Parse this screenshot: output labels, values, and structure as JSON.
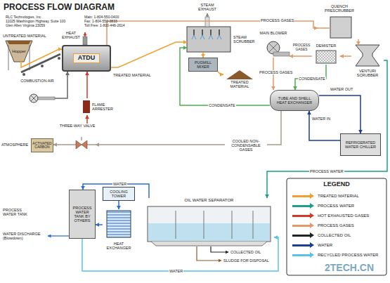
{
  "diagram": {
    "title": "PROCESS FLOW DIAGRAM",
    "nodes": [
      {
        "text": [
          "Hopper"
        ]
      },
      {
        "text": [
          "ATDU"
        ]
      },
      {
        "text": [
          "FLAME ARRESTER"
        ]
      },
      {
        "text": [
          "THREE-WAY VALVE"
        ]
      },
      {
        "text": [
          "ACTIVATED CARBON"
        ]
      },
      {
        "text": [
          "STEAM SCRUBBER"
        ]
      },
      {
        "text": [
          "PUGMILL MIXER"
        ]
      },
      {
        "text": [
          "QUENCH PRESCRUBBER"
        ]
      },
      {
        "text": [
          "VENTURI SCRUBBER"
        ]
      },
      {
        "text": [
          "DEMISTER"
        ]
      },
      {
        "text": [
          "MAIN BLOWER"
        ]
      },
      {
        "text": [
          "TUBE AND SHELL HEAT EXCHANGER"
        ]
      },
      {
        "text": [
          "REFRIGERATED WATER CHILLER"
        ]
      },
      {
        "text": [
          "OIL WATER SEPARATOR"
        ]
      },
      {
        "text": [
          "PROCESS WATER TANK BY OTHERS"
        ]
      },
      {
        "text": [
          "COOLING TOWER"
        ]
      },
      {
        "text": [
          "HEAT EXCHANGER"
        ]
      },
      {
        "text": [
          "COMBUSTION AIR"
        ]
      },
      {
        "text": [
          "TREATED MATERIAL"
        ]
      }
    ],
    "edges": [
      {
        "from": 0,
        "to": 1,
        "arrow": "to"
      },
      {
        "from": 17,
        "to": 1,
        "arrow": "to"
      },
      {
        "from": 1,
        "to": 7,
        "label": "PROCESS GASES",
        "arrow": "to"
      },
      {
        "from": 1,
        "to": 5,
        "label": "TREATED MATERIAL",
        "arrow": "to"
      },
      {
        "from": 5,
        "to": 6,
        "arrow": "to"
      },
      {
        "from": 6,
        "to": 18,
        "arrow": "to"
      },
      {
        "from": 7,
        "to": 8,
        "arrow": "to"
      },
      {
        "from": 8,
        "to": 9,
        "arrow": "to"
      },
      {
        "from": 9,
        "to": 10,
        "arrow": "to"
      },
      {
        "from": 10,
        "to": 11,
        "label": "PROCESS GASES",
        "arrow": "to"
      },
      {
        "from": 9,
        "to": 11,
        "label": "CONDENSATE",
        "arrow": "to"
      },
      {
        "from": 11,
        "to": 5,
        "label": "CONDENSATE",
        "arrow": "to"
      },
      {
        "from": 11,
        "to": 12,
        "arrow": "to"
      },
      {
        "from": 12,
        "to": 11,
        "arrow": "to"
      },
      {
        "from": 11,
        "to": 3,
        "label": "COOLED NON-CONDENSABLE GASES",
        "arrow": "to"
      },
      {
        "from": 3,
        "to": 2,
        "arrow": "to"
      },
      {
        "from": 2,
        "to": 1,
        "arrow": "to"
      },
      {
        "from": 3,
        "to": 4,
        "arrow": "to"
      },
      {
        "from": 8,
        "to": 13,
        "label": "PROCESS WATER",
        "arrow": "to"
      },
      {
        "from": 13,
        "to": 14,
        "label": "WATER",
        "arrow": "to"
      },
      {
        "from": 14,
        "to": 13,
        "label": "WATER",
        "arrow": "to"
      },
      {
        "from": 15,
        "to": 16,
        "arrow": "to"
      },
      {
        "from": 16,
        "to": 14,
        "arrow": "to"
      }
    ],
    "labels": [
      "RLC Technologies, Inc.",
      "11025 Washington Highway, Suite 100",
      "Glen Allen Virginia 23059",
      "Main: 1-804-550-0400",
      "Fax: 1-804-550-3833",
      "Toll Free: 1-800-446-2614",
      "UNTREATED MATERIAL",
      "HEAT EXHAUST",
      "STEAM EXHAUST",
      "PROCESS GASES",
      "WATER OUT",
      "WATER IN",
      "ATMOSPHERE",
      "PROCESS WATER TANK",
      "WATER DISCHARGE (Blowdown)",
      "COLLECTED OIL",
      "SLUDGE FOR DISPOSAL",
      "LEGEND",
      "2TECH.CN"
    ],
    "legend": [
      {
        "text": "TREATED MATERIAL",
        "color": "#f0a030"
      },
      {
        "text": "PROCESS WATER",
        "color": "#1e9e8c"
      },
      {
        "text": "HOT EXHAUSTED GASES",
        "color": "#d03a2b"
      },
      {
        "text": "PROCESS GASES",
        "color": "#e39a6b"
      },
      {
        "text": "COLLECTED OIL",
        "color": "#222222"
      },
      {
        "text": "WATER",
        "color": "#1b3f8f"
      },
      {
        "text": "RECYCLED PROCESS WATER",
        "color": "#58c3e6"
      }
    ]
  }
}
